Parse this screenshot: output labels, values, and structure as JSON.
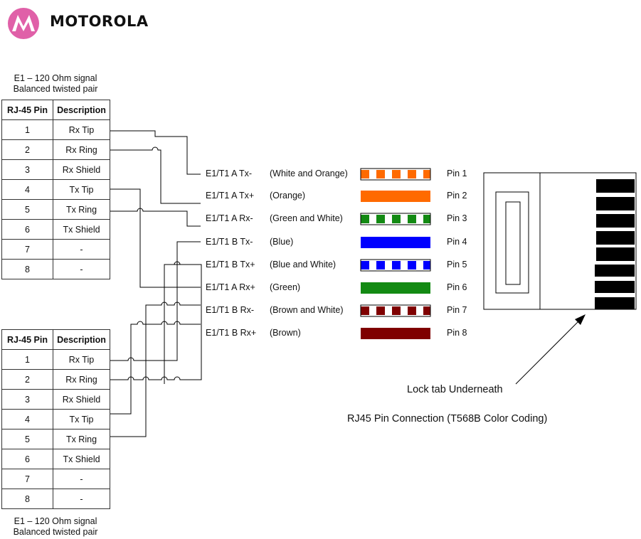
{
  "brand": {
    "name": "MOTOROLA"
  },
  "top_block": {
    "caption_line1": "E1 – 120 Ohm signal",
    "caption_line2": "Balanced twisted pair",
    "headers": [
      "RJ-45 Pin",
      "Description"
    ],
    "rows": [
      [
        "1",
        "Rx Tip"
      ],
      [
        "2",
        "Rx Ring"
      ],
      [
        "3",
        "Rx Shield"
      ],
      [
        "4",
        "Tx Tip"
      ],
      [
        "5",
        "Tx Ring"
      ],
      [
        "6",
        "Tx Shield"
      ],
      [
        "7",
        "-"
      ],
      [
        "8",
        "-"
      ]
    ]
  },
  "bottom_block": {
    "caption_line1": "E1 – 120 Ohm signal",
    "caption_line2": "Balanced twisted pair",
    "headers": [
      "RJ-45 Pin",
      "Description"
    ],
    "rows": [
      [
        "1",
        "Rx Tip"
      ],
      [
        "2",
        "Rx Ring"
      ],
      [
        "3",
        "Rx Shield"
      ],
      [
        "4",
        "Tx Tip"
      ],
      [
        "5",
        "Tx Ring"
      ],
      [
        "6",
        "Tx Shield"
      ],
      [
        "7",
        "-"
      ],
      [
        "8",
        "-"
      ]
    ]
  },
  "signals": [
    {
      "signal": "E1/T1 A Tx-",
      "color_name": "(White and Orange)",
      "pin": "Pin 1",
      "color": "#ff6a00",
      "striped": true
    },
    {
      "signal": "E1/T1 A Tx+",
      "color_name": "(Orange)",
      "pin": "Pin 2",
      "color": "#ff6a00",
      "striped": false
    },
    {
      "signal": "E1/T1 A Rx-",
      "color_name": "(Green and White)",
      "pin": "Pin 3",
      "color": "#138a13",
      "striped": true
    },
    {
      "signal": "E1/T1 B Tx-",
      "color_name": "(Blue)",
      "pin": "Pin 4",
      "color": "#0000ff",
      "striped": false
    },
    {
      "signal": "E1/T1 B Tx+",
      "color_name": "(Blue and White)",
      "pin": "Pin 5",
      "color": "#0000ff",
      "striped": true
    },
    {
      "signal": "E1/T1 A Rx+",
      "color_name": "(Green)",
      "pin": "Pin 6",
      "color": "#138a13",
      "striped": false
    },
    {
      "signal": "E1/T1 B Rx-",
      "color_name": "(Brown and White)",
      "pin": "Pin 7",
      "color": "#7f0000",
      "striped": true
    },
    {
      "signal": "E1/T1 B Rx+",
      "color_name": "(Brown)",
      "pin": "Pin 8",
      "color": "#7f0000",
      "striped": false
    }
  ],
  "connector": {
    "lock_tab_label": "Lock tab Underneath",
    "caption": "RJ45 Pin Connection (T568B Color Coding)"
  },
  "colors": {
    "logo": "#e060a8",
    "line": "#000000"
  }
}
